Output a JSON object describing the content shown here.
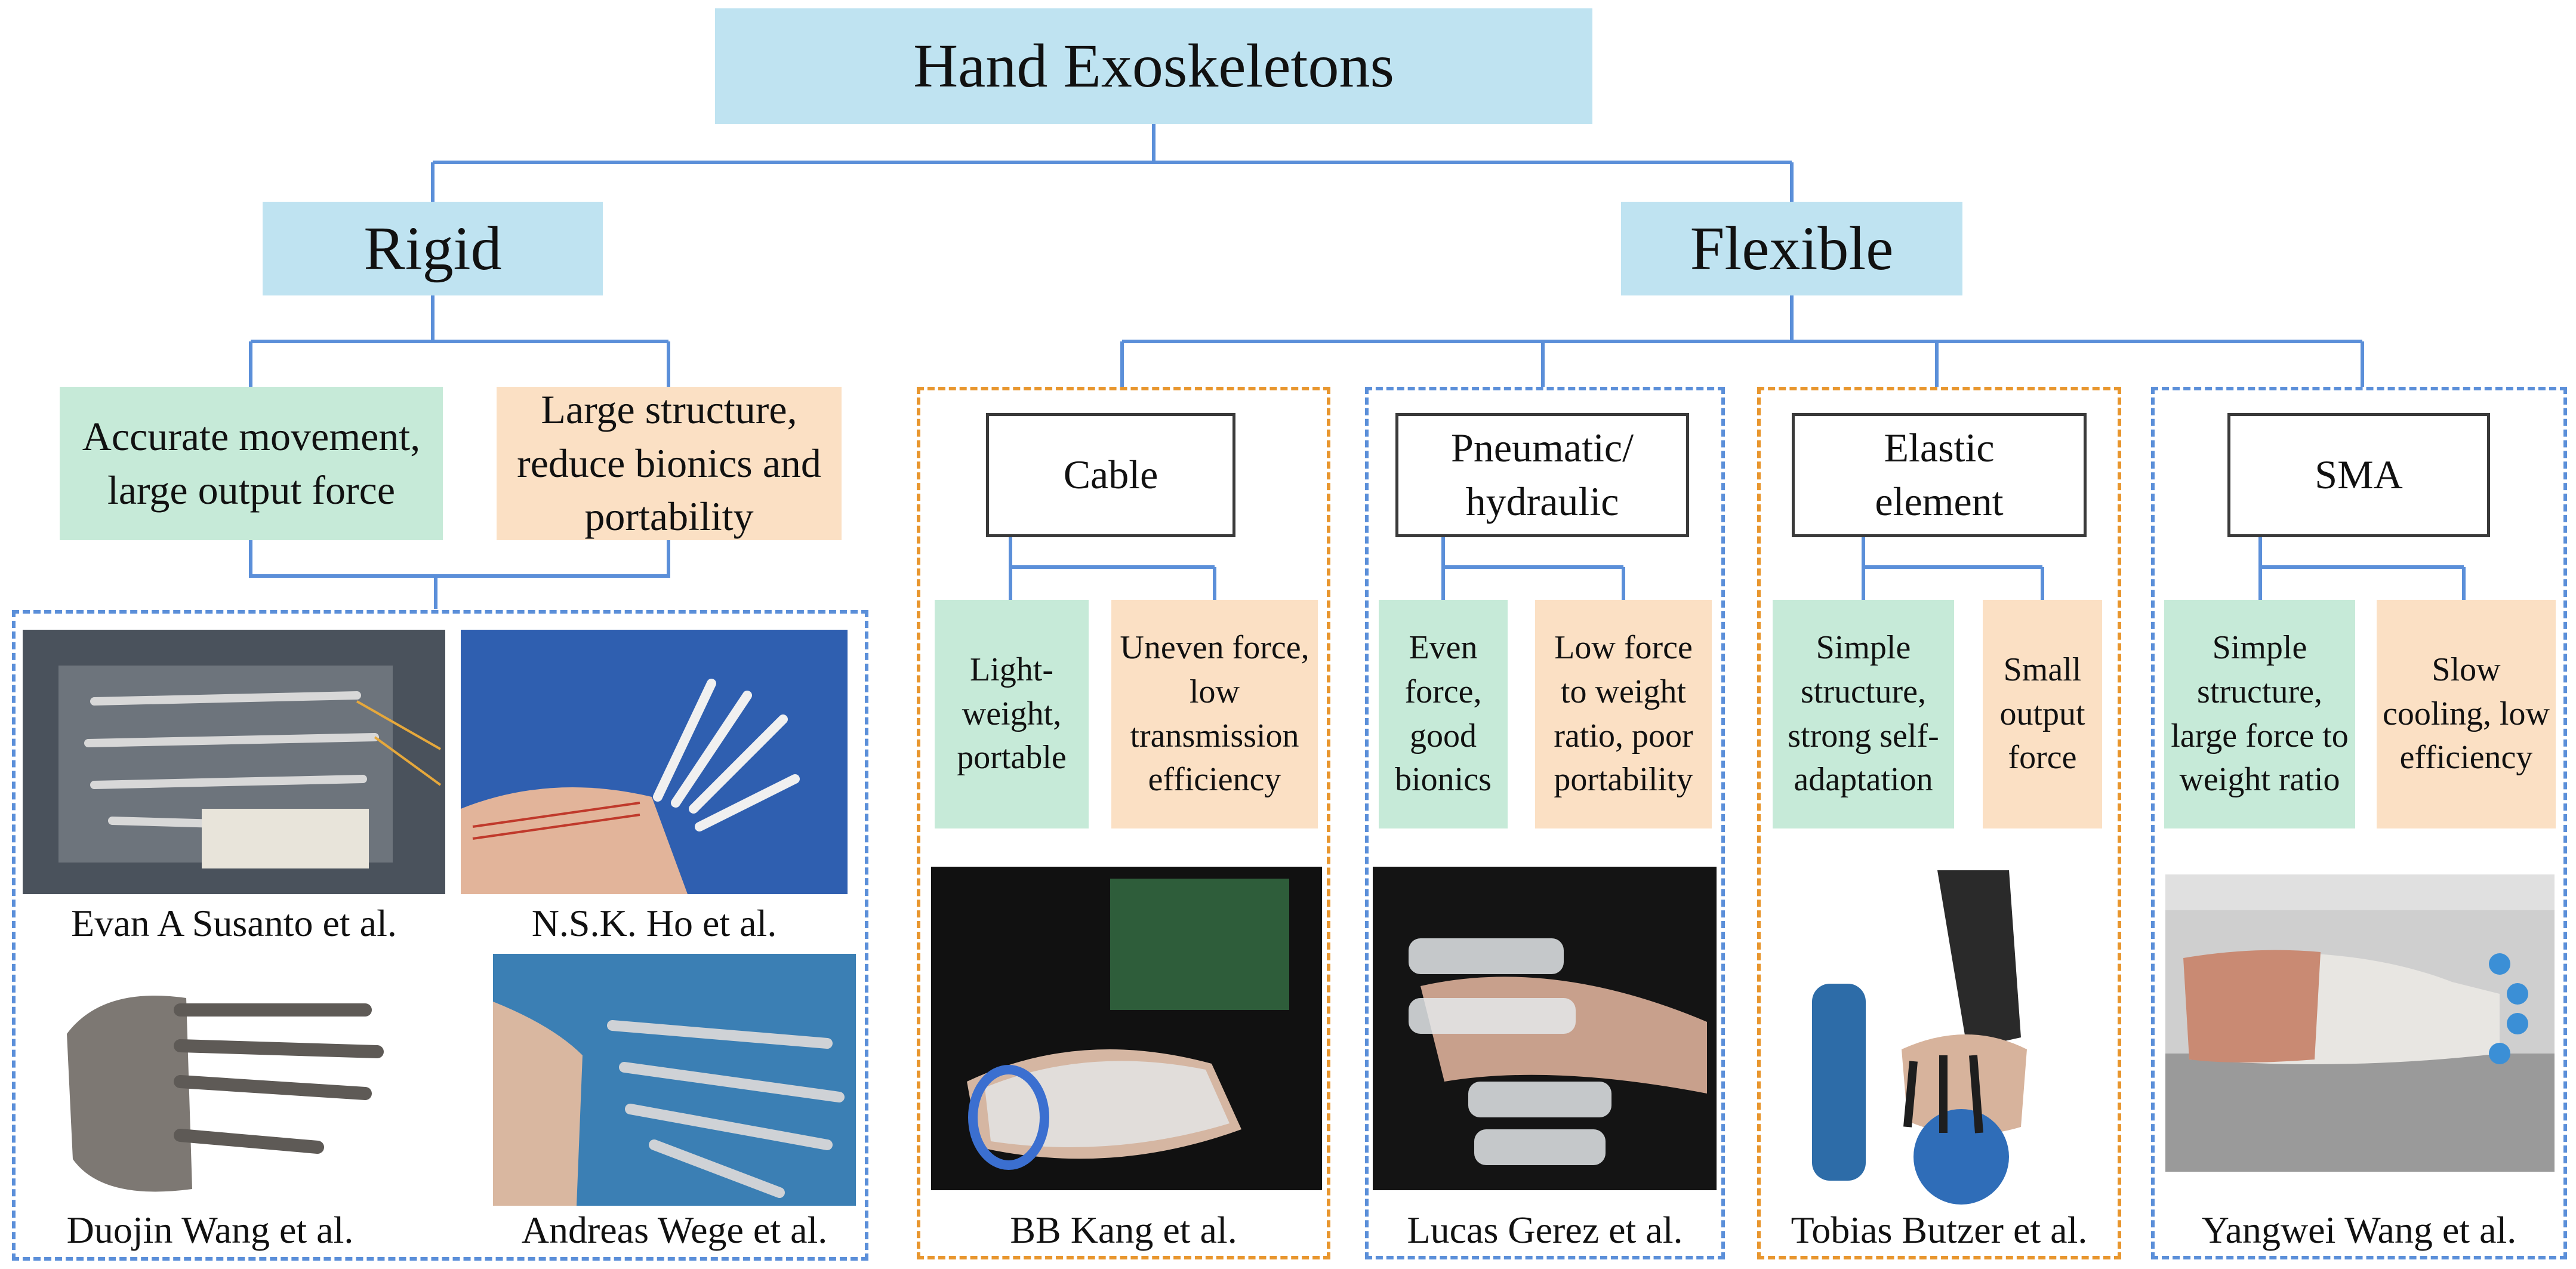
{
  "root": {
    "label": "Hand Exoskeletons"
  },
  "rigid": {
    "label": "Rigid",
    "advantage": "Accurate movement, large output force",
    "disadvantage": "Large structure, reduce bionics and portability",
    "captions": [
      "Evan A Susanto et al.",
      "N.S.K. Ho et al.",
      "Duojin Wang et al.",
      "Andreas Wege et al."
    ]
  },
  "flexible": {
    "label": "Flexible",
    "categories": [
      {
        "label": "Cable",
        "advantage": "Light-weight, portable",
        "disadvantage": "Uneven force, low transmission efficiency",
        "caption": "BB Kang et al."
      },
      {
        "label": "Pneumatic/ hydraulic",
        "advantage": "Even force, good bionics",
        "disadvantage": "Low force to weight ratio, poor portability",
        "caption": "Lucas Gerez et al."
      },
      {
        "label": "Elastic element",
        "advantage": "Simple structure, strong self-adaptation",
        "disadvantage": "Small output force",
        "caption": "Tobias Butzer et al."
      },
      {
        "label": "SMA",
        "advantage": "Simple structure, large force to weight ratio",
        "disadvantage": "Slow cooling, low efficiency",
        "caption": "Yangwei Wang et al."
      }
    ]
  },
  "colors": {
    "connector": "#5b8fd9",
    "title_box": "#bfe3f1",
    "advantage_box": "#c6ead8",
    "disadvantage_box": "#fbe0c4",
    "dash_blue": "#5b8fd9",
    "dash_orange": "#e8962e"
  }
}
